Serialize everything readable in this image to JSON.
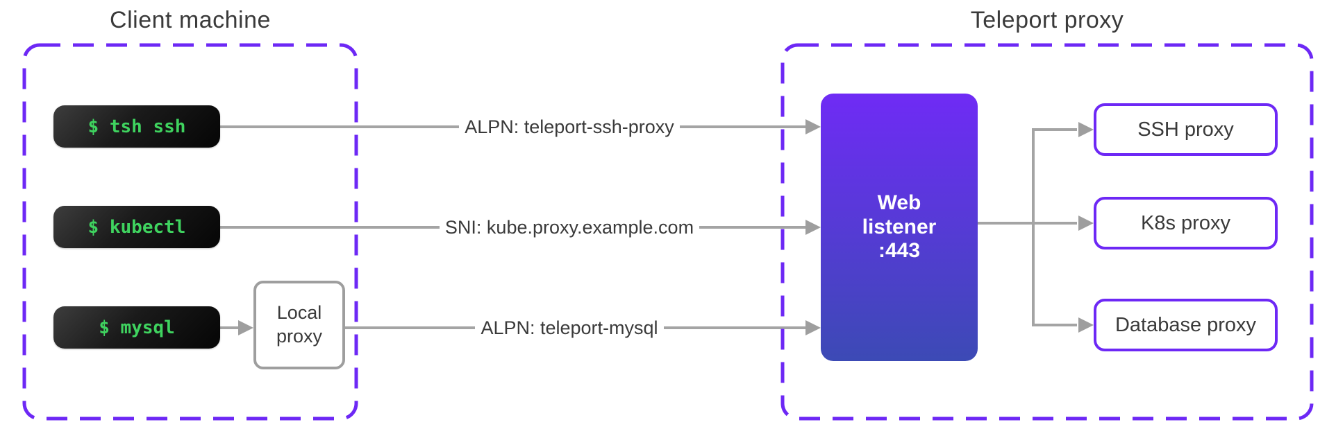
{
  "diagram": {
    "client": {
      "title": "Client machine",
      "terminals": [
        {
          "command": "$ tsh ssh"
        },
        {
          "command": "$ kubectl"
        },
        {
          "command": "$ mysql"
        }
      ],
      "local_proxy_label": "Local proxy"
    },
    "connections": [
      {
        "label": "ALPN: teleport-ssh-proxy"
      },
      {
        "label": "SNI: kube.proxy.example.com"
      },
      {
        "label": "ALPN: teleport-mysql"
      }
    ],
    "proxy": {
      "title": "Teleport proxy",
      "web_listener": {
        "lines": [
          "Web",
          "listener",
          ":443"
        ]
      },
      "services": [
        {
          "label": "SSH proxy"
        },
        {
          "label": "K8s proxy"
        },
        {
          "label": "Database proxy"
        }
      ]
    },
    "colors": {
      "accent_purple": "#6d28f5",
      "terminal_green": "#3fd35f",
      "line_gray": "#a4a4a4",
      "arrow_gray": "#9e9e9e",
      "text_dark": "#3a3a3a",
      "listener_top": "#6f2bf5",
      "listener_bottom": "#3c4ab5"
    }
  }
}
